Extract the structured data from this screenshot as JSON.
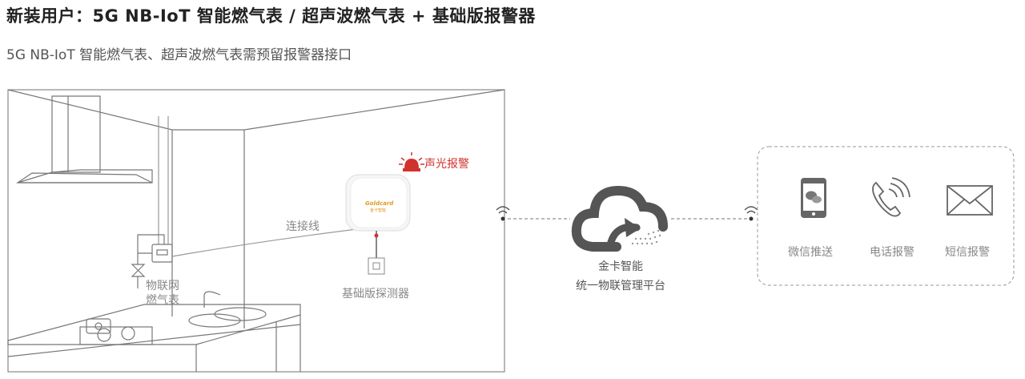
{
  "header": {
    "title": "新装用户：5G NB-IoT 智能燃气表 / 超声波燃气表 + 基础版报警器",
    "subtitle": "5G NB-IoT 智能燃气表、超声波燃气表需预留报警器接口"
  },
  "kitchen": {
    "meter_label_line1": "物联网",
    "meter_label_line2": "燃气表",
    "wire_label": "连接线",
    "detector_label": "基础版探测器",
    "alarm_label": "声光报警",
    "detector_brand": "Goldcard",
    "detector_brand_cn": "金卡智能"
  },
  "platform": {
    "line1": "金卡智能",
    "line2": "统一物联管理平台"
  },
  "notifications": [
    {
      "icon": "phone-wechat-icon",
      "label": "微信推送"
    },
    {
      "icon": "phone-call-icon",
      "label": "电话报警"
    },
    {
      "icon": "envelope-icon",
      "label": "短信报警"
    }
  ],
  "colors": {
    "accent_red": "#d0322d",
    "line_gray": "#888888"
  }
}
